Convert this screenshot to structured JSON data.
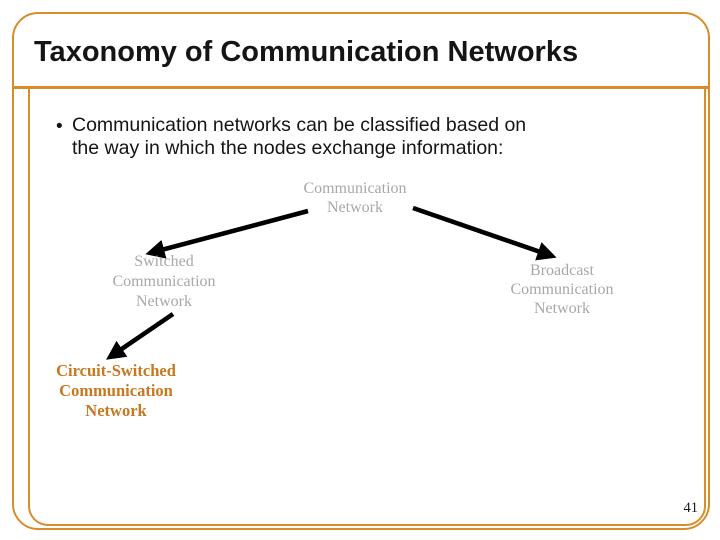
{
  "slide": {
    "title": "Taxonomy of Communication Networks",
    "page_number": "41",
    "bullet": {
      "marker": "•",
      "line1": "Communication networks can be classified based on",
      "line2": "the way in which the nodes exchange information:"
    },
    "diagram": {
      "root": {
        "line1": "Communication",
        "line2": "Network"
      },
      "switched": {
        "line1": "Switched",
        "line2": "Communication",
        "line3": "Network"
      },
      "broadcast": {
        "line1": "Broadcast",
        "line2": "Communication",
        "line3": "Network"
      },
      "circuit_switched": {
        "line1": "Circuit-Switched",
        "line2": "Communication",
        "line3": "Network"
      }
    },
    "colors": {
      "frame_orange": "#D88C2C",
      "node_gray": "#A8A8A8",
      "node_orange": "#C8781F",
      "arrow_black": "#000000",
      "title_black": "#151515"
    }
  }
}
